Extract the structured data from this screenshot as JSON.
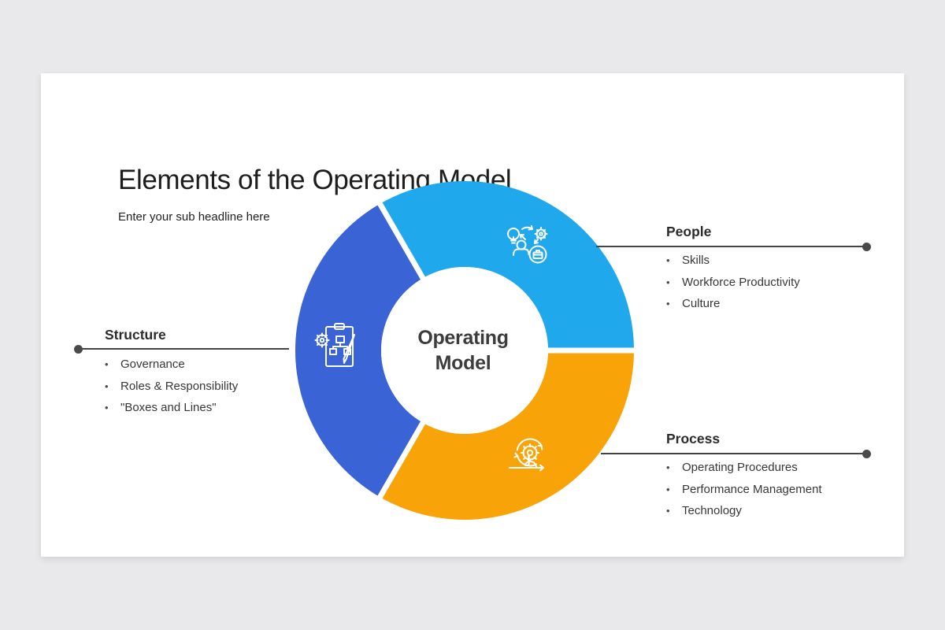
{
  "header": {
    "title": "Elements of the Operating Model",
    "subtitle": "Enter your sub headline here"
  },
  "diagram": {
    "center": {
      "line1": "Operating",
      "line2": "Model"
    },
    "bullet": "•",
    "colors": {
      "people_segment": "#1FA9EC",
      "structure_segment": "#3A63D5",
      "process_segment": "#F8A408",
      "connector": "#454545"
    },
    "segments": [
      {
        "label": "People",
        "icon": "lightbulb-gear-person-briefcase-icon",
        "items": [
          "Skills",
          "Workforce Productivity",
          "Culture"
        ]
      },
      {
        "label": "Structure",
        "icon": "clipboard-orgchart-pencil-icon",
        "items": [
          "Governance",
          "Roles & Responsibility",
          "\"Boxes and Lines\""
        ]
      },
      {
        "label": "Process",
        "icon": "gear-cycle-hand-icon",
        "items": [
          "Operating Procedures",
          "Performance Management",
          "Technology"
        ]
      }
    ]
  }
}
